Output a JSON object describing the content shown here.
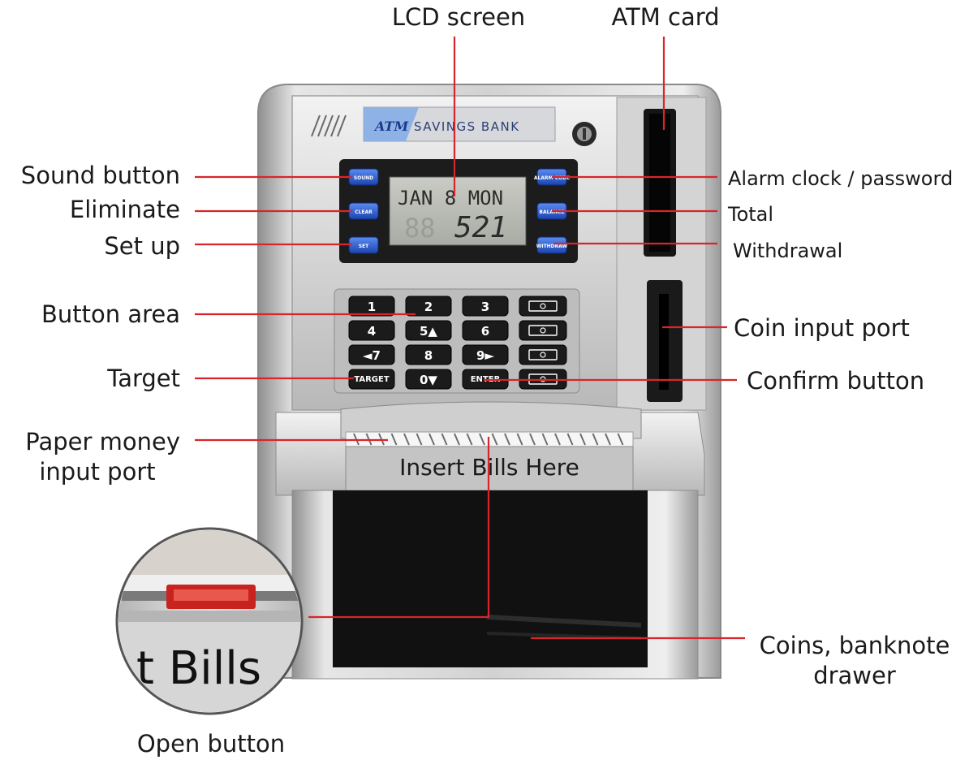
{
  "brand": {
    "logo": "ATM",
    "name": "SAVINGS BANK"
  },
  "lcd": {
    "line1": "JAN 8 MON",
    "line2": "521",
    "ghost": "88"
  },
  "function_buttons": {
    "left": [
      "SOUND",
      "CLEAR",
      "SET"
    ],
    "right": [
      "ALARM CODE",
      "BALANCE",
      "WITHDRAW"
    ]
  },
  "keypad": {
    "rows": [
      [
        "1",
        "2",
        "3"
      ],
      [
        "4",
        "5▲",
        "6"
      ],
      [
        "◄7",
        "8",
        "9►"
      ],
      [
        "TARGET",
        "0▼",
        "ENTER"
      ]
    ]
  },
  "bill_slot_text": "Insert Bills Here",
  "inset_text": "t Bills",
  "labels": {
    "lcd_screen": "LCD screen",
    "atm_card": "ATM card",
    "sound_button": "Sound button",
    "eliminate": "Eliminate",
    "set_up": "Set up",
    "alarm_clock_password": "Alarm clock / password",
    "total": "Total",
    "withdrawal": "Withdrawal",
    "button_area": "Button area",
    "coin_input_port": "Coin input port",
    "target": "Target",
    "confirm_button": "Confirm button",
    "paper_money_1": "Paper money",
    "paper_money_2": "input port",
    "drawer_1": "Coins, banknote",
    "drawer_2": "drawer",
    "open_button": "Open button"
  },
  "colors": {
    "leader": "#d7262b",
    "key_blue": "#2a5bd1",
    "body_silver": "#c9c9c9"
  }
}
